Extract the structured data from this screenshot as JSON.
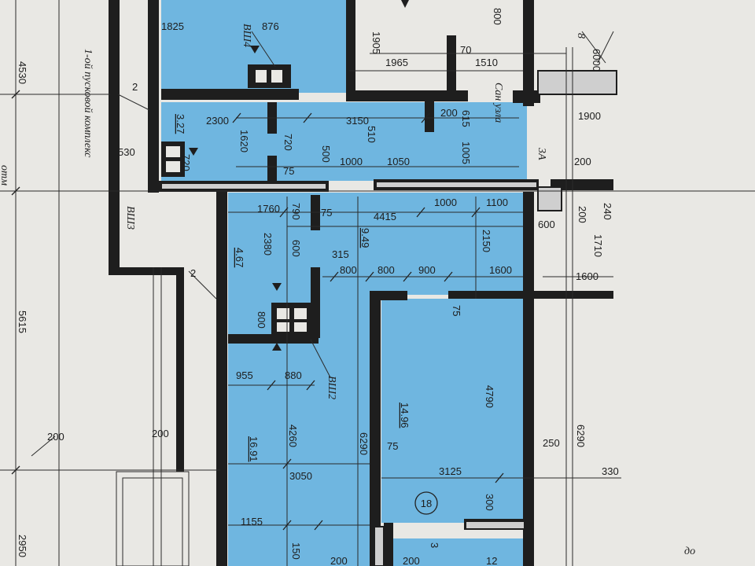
{
  "labels": {
    "shaft_4": "ВШ4",
    "shaft_3": "ВШ3",
    "shaft_2": "ВШ2",
    "bathroom_label": "Сан узла",
    "mark_3a": "3А",
    "mark_8": "8",
    "axis_marker": "18",
    "annotation_side": "1-ой пусковой комплекс",
    "corner_text": "до",
    "left_edge_text": "отм"
  },
  "areas": {
    "a1": "4.67",
    "a2": "16.91",
    "a3": "14.96",
    "a4": "9.49",
    "a5": "3.27"
  },
  "dims": {
    "d1825": "1825",
    "d876": "876",
    "d800a": "800",
    "d1905": "1905",
    "d1965": "1965",
    "d1510": "1510",
    "d70": "70",
    "d2300": "2300",
    "d3150": "3150",
    "d200a": "200",
    "d615": "615",
    "d1620": "1620",
    "d720a": "720",
    "d500": "500",
    "d1000a": "1000",
    "d510": "510",
    "d1050": "1050",
    "d1005": "1005",
    "d530": "530",
    "d720b": "720",
    "d75a": "75",
    "d1760": "1760",
    "d790": "790",
    "d75b": "75",
    "d4415": "4415",
    "d1000b": "1000",
    "d1100": "1100",
    "d240": "240",
    "d200b": "200",
    "d600a": "600",
    "d1710": "1710",
    "d2380": "2380",
    "d600b": "600",
    "d2150": "2150",
    "d315": "315",
    "d800b": "800",
    "d800c": "800",
    "d900": "900",
    "d1600a": "1600",
    "d1600b": "1600",
    "d75c": "75",
    "d800d": "800",
    "d955": "955",
    "d880": "880",
    "d4260": "4260",
    "d6290a": "6290",
    "d4790": "4790",
    "d75d": "75",
    "d250": "250",
    "d6290b": "6290",
    "d3050": "3050",
    "d3125": "3125",
    "d330": "330",
    "d300": "300",
    "d1155": "1155",
    "d4530": "4530",
    "d5615": "5615",
    "d200c": "200",
    "d200d": "200",
    "d2950": "2950",
    "d1900": "1900",
    "d200e": "200",
    "d2a": "2",
    "d2b": "2",
    "d6000": "6000",
    "d150": "150",
    "d200f": "200",
    "d12": "12",
    "d3": "3",
    "d200g": "200"
  }
}
